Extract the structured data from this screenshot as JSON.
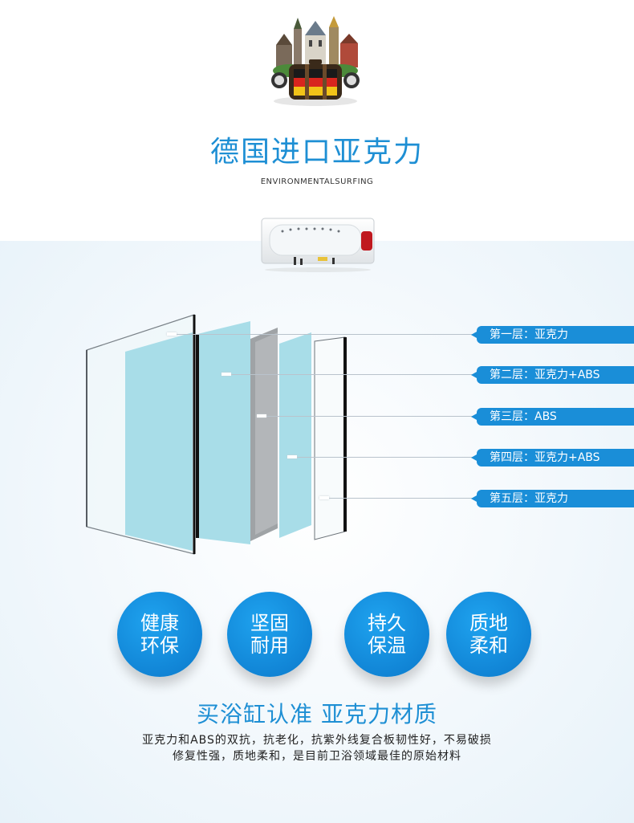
{
  "header": {
    "title": "德国进口亚克力",
    "subtitle": "ENVIRONMENTALSURFING"
  },
  "layers": [
    {
      "label": "第一层：亚克力"
    },
    {
      "label": "第二层：亚克力+ABS"
    },
    {
      "label": "第三层：ABS"
    },
    {
      "label": "第四层：亚克力+ABS"
    },
    {
      "label": "第五层：亚克力"
    }
  ],
  "features": [
    {
      "line1": "健康",
      "line2": "环保"
    },
    {
      "line1": "坚固",
      "line2": "耐用"
    },
    {
      "line1": "持久",
      "line2": "保温"
    },
    {
      "line1": "质地",
      "line2": "柔和"
    }
  ],
  "footer": {
    "headline": "买浴缸认准 亚克力材质",
    "line1": "亚克力和ABS的双抗，抗老化，抗紫外线复合板韧性好，不易破损",
    "line2": "修复性强，质地柔和，是目前卫浴领域最佳的原始材料"
  },
  "colors": {
    "accent": "#1a8ed8",
    "sheet_blue": "#a8dde8",
    "sheet_gray": "#9fa3a6"
  }
}
